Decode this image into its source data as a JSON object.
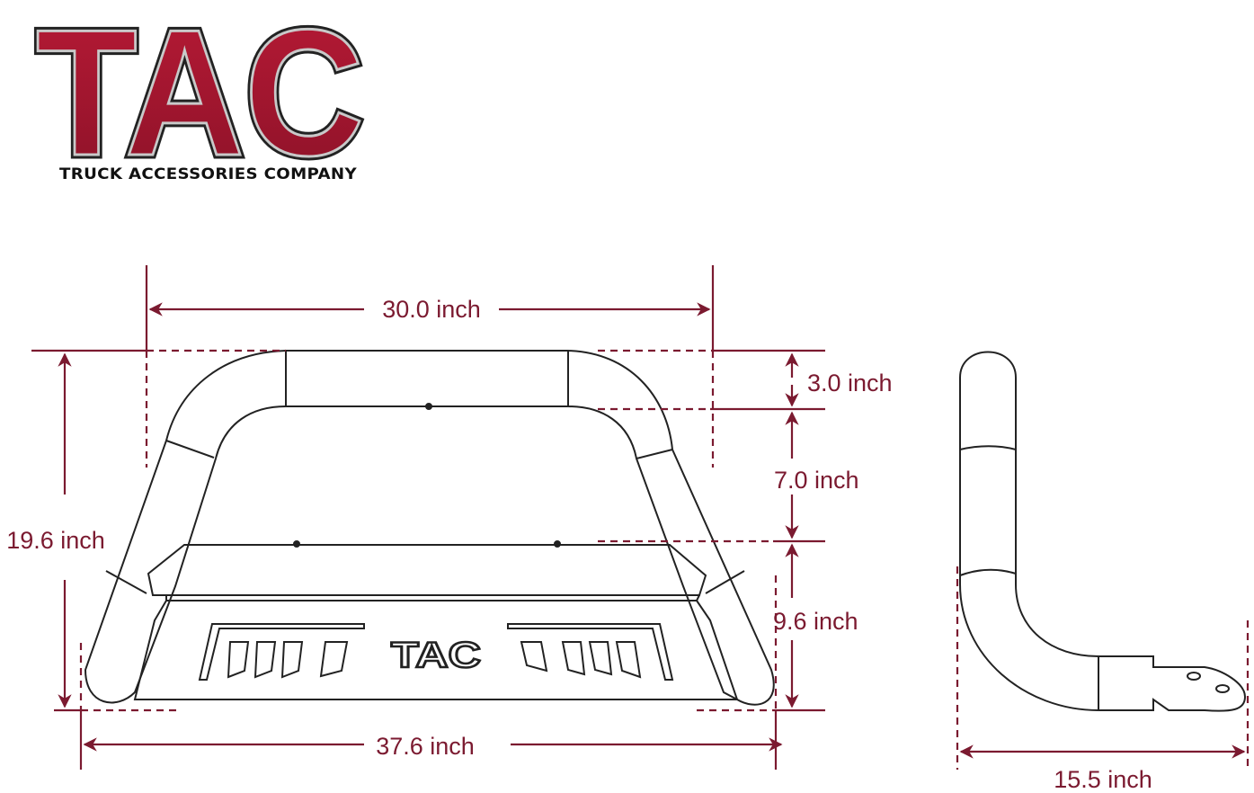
{
  "logo": {
    "letters": "TAC",
    "tagline": "TRUCK ACCESSORIES COMPANY",
    "colors": {
      "fill": "#a3142e",
      "outline": "#b8b8b8"
    }
  },
  "front_view": {
    "plate_logo": "TAC",
    "dimensions": {
      "top_width": "30.0 inch",
      "bottom_width": "37.6 inch",
      "total_height": "19.6 inch",
      "tube_height": "3.0 inch",
      "upper_opening": "7.0 inch",
      "lower_section": "9.6 inch"
    }
  },
  "side_view": {
    "dimensions": {
      "depth": "15.5 inch"
    }
  },
  "colors": {
    "dimension": "#7b1a30",
    "drawing": "#222222"
  }
}
